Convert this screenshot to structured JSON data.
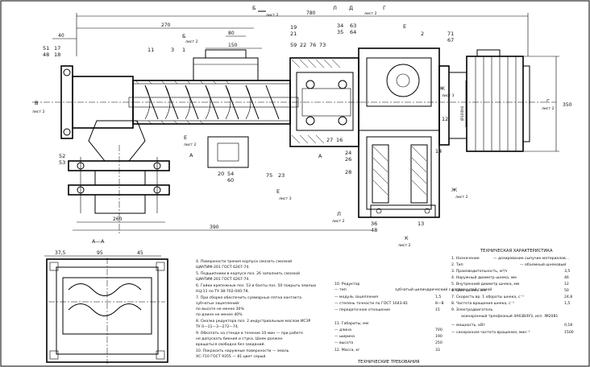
{
  "dimensions": {
    "overall_top": "780",
    "flange_len": "270",
    "width_80": "80",
    "width_150": "150",
    "left_small": "40",
    "bottom_overall": "390",
    "bottom_wide": "260",
    "height_right": "350",
    "height_right_inner": "Ø100h6",
    "section_width_95": "95",
    "section_left_37": "37,5",
    "section_right_45": "45"
  },
  "section_labels": {
    "view_top_1": "Б",
    "view_top_2": "Б",
    "view_g": "Г",
    "view_v": "В",
    "view_e": "Е",
    "view_a_left": "А",
    "view_a_right": "А",
    "view_l": "Л",
    "view_k": "К",
    "view_i": "Ж",
    "view_d": "Д",
    "sheet2": "лист 2",
    "sheet3": "лист 3",
    "section_aa": "А—А"
  },
  "part_numbers": {
    "p51": "51",
    "p48": "48",
    "p17": "17",
    "p18": "18",
    "p11": "11",
    "p3": "3",
    "p1": "1",
    "p19": "19",
    "p21": "21",
    "p59": "59",
    "p22": "22",
    "p76": "76",
    "p73": "73",
    "p34": "34",
    "p35": "35",
    "p63": "63",
    "p64": "64",
    "p2": "2",
    "p71": "71",
    "p67": "67",
    "p52": "52",
    "p53": "53",
    "p20": "20",
    "p54": "54",
    "p60": "60",
    "p75": "75",
    "p23": "23",
    "p27": "27",
    "p16": "16",
    "p24": "24",
    "p26": "26",
    "p14": "14",
    "p12": "12",
    "p28": "28",
    "p13": "13",
    "p36": "36",
    "p48b": "48"
  },
  "tech_char": {
    "title": "ТЕХНИЧЕСКАЯ ХАРАКТЕРИСТИКА",
    "rows": [
      {
        "label": "1. Назначение",
        "value": "— дозирование сыпучих материалов..."
      },
      {
        "label": "2. Тип",
        "value": "— объемный шнековый"
      },
      {
        "label": "3. Производительность, м³/ч",
        "value": "3,5"
      },
      {
        "label": "4. Наружный диаметр шнека, мм",
        "value": "46"
      },
      {
        "label": "5. Внутренний диаметр шнека, мм",
        "value": "12"
      },
      {
        "label": "6. Шаг шнека, мм",
        "value": "50"
      },
      {
        "label": "7. Скорость вр. 1 обороты шнека, с⁻¹",
        "value": "24,8"
      },
      {
        "label": "8. Частота вращения шнека, с⁻¹",
        "value": "1,5"
      },
      {
        "label": "9. Электродвигатель",
        "value": "асинхронный трехфазный 4А63В4У3, исп. IM2081"
      },
      {
        "label": "   — мощность, кВт",
        "value": "0,18"
      },
      {
        "label": "   — синхронная частота вращения, мин⁻¹",
        "value": "1500"
      }
    ]
  },
  "notes_left": [
    "4. Поверхности трения корпуса смазать смазкой",
    "ЦИАТИМ-201 ГОСТ 6267-74.",
    "5. Подшипники в корпусе поз. 26 заполнить смазкой",
    "ЦИАТИМ-201 ГОСТ 6267-74.",
    "6. Гайки крепежные поз. 53 и болты поз. 50 покрыть эмалью",
    "НЦ-11 по ТУ 38-702-040-78.",
    "7. При сборке обеспечить суммарные пятна контакта",
    "зубчатых зацеплений:",
    "   по высоте не менее    30%",
    "   по длине не менее     40%",
    "8. Смазка редуктора поз. 2 индустриальным маслом ИСЗР",
    "ТУ 0—11—3—272—74.",
    "9. Обкатать на стенде в течение 10 мин — при работе",
    "не допускать биения и стука. Шнек должен",
    "вращаться свободно без заеданий.",
    "10. Покрасить наружные поверхности — эмаль",
    "ХС-710 ГОСТ 9355 — 81 цвет серый"
  ],
  "notes_mid": [
    {
      "label": "10. Редуктор",
      "value": ""
    },
    {
      "label": "  — тип",
      "value": "зубчатый цилиндрический с развернутой схемой"
    },
    {
      "label": "  — модуль зацепления",
      "value": "1,5"
    },
    {
      "label": "  — степень точности по ГОСТ 1643-81",
      "value": "8—В"
    },
    {
      "label": "  — передаточное отношение",
      "value": "15"
    },
    {
      "label": "11. Габариты, мм",
      "value": ""
    },
    {
      "label": "  — длина",
      "value": "700"
    },
    {
      "label": "  — ширина",
      "value": "190"
    },
    {
      "label": "  — высота",
      "value": "250"
    },
    {
      "label": "12. Масса, кг",
      "value": "33"
    }
  ],
  "tech_req_title": "ТЕХНИЧЕСКИЕ ТРЕБОВАНИЯ"
}
